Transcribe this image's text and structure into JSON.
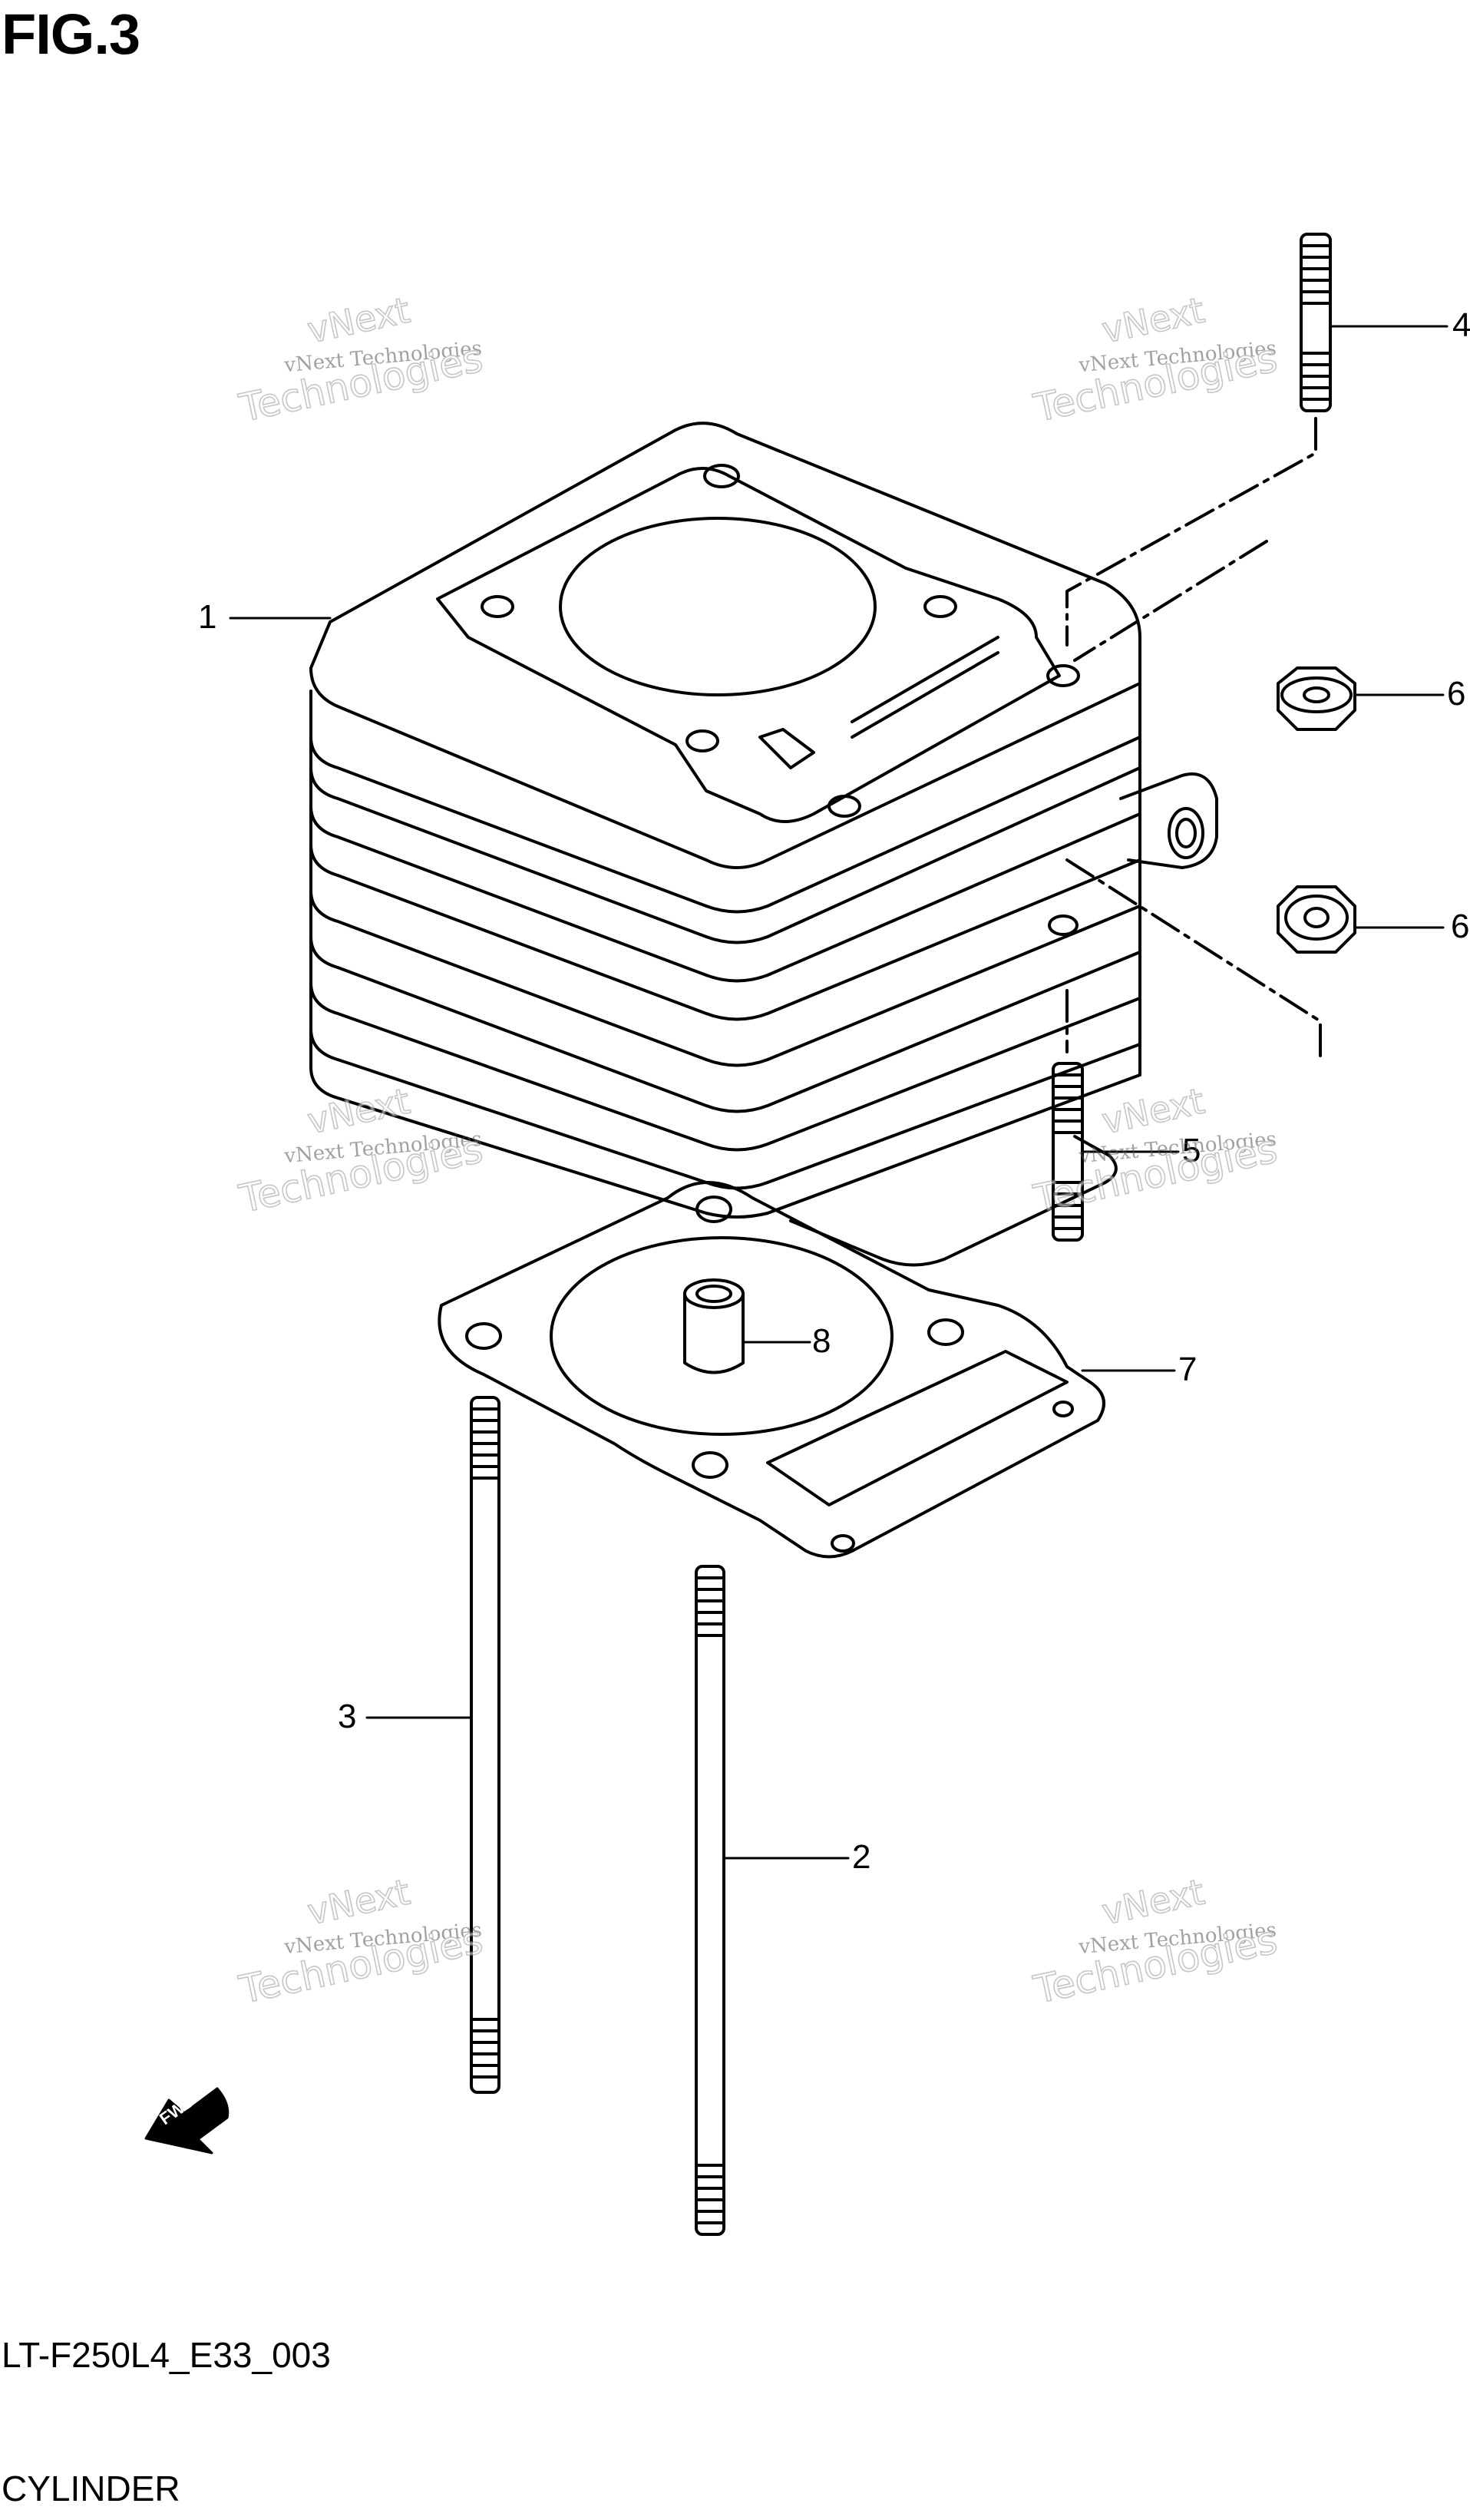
{
  "figure_title": "FIG.3",
  "diagram_code": "LT-F250L4_E33_003",
  "diagram_name": "CYLINDER",
  "fwd_badge": "FWD",
  "callouts": [
    {
      "id": "1",
      "label": "1"
    },
    {
      "id": "2",
      "label": "2"
    },
    {
      "id": "3",
      "label": "3"
    },
    {
      "id": "4",
      "label": "4"
    },
    {
      "id": "5",
      "label": "5"
    },
    {
      "id": "6a",
      "label": "6"
    },
    {
      "id": "6b",
      "label": "6"
    },
    {
      "id": "7",
      "label": "7"
    },
    {
      "id": "8",
      "label": "8"
    }
  ],
  "watermark": {
    "small": "vNext Technologies",
    "big": "Technologies",
    "top": "vNext"
  }
}
